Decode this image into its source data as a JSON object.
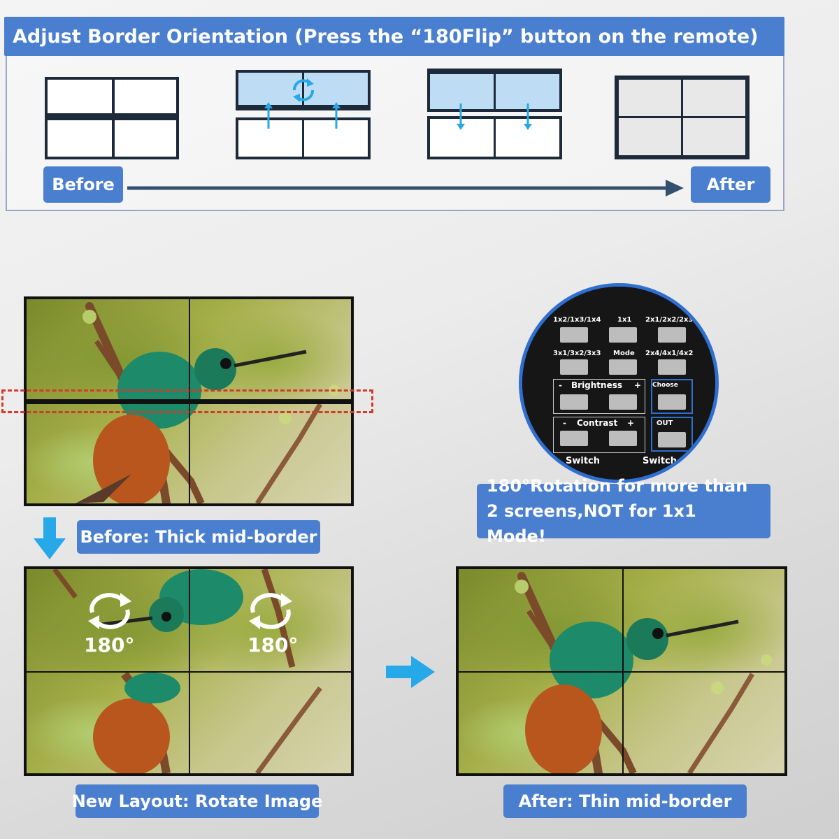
{
  "top_panel": {
    "title": "Adjust Border Orientation (Press the “180Flip” button on the remote)",
    "before_label": "Before",
    "after_label": "After"
  },
  "left_section": {
    "before_caption": "Before: Thick mid-border",
    "new_layout_caption": "New Layout: Rotate Image",
    "rotate_left_text": "180°",
    "rotate_right_text": "180°"
  },
  "right_section": {
    "note": "180°Rotation for more than 2 screens,NOT for 1x1 Mode!",
    "after_caption": "After: Thin mid-border"
  },
  "remote": {
    "row1": [
      "1x2/1x3/1x4",
      "1x1",
      "2x1/2x2/2x3"
    ],
    "row2": [
      "3x1/3x2/3x3",
      "Mode",
      "2x4/4x1/4x2"
    ],
    "brightness": "Brightness",
    "contrast": "Contrast",
    "choose": "Choose",
    "out": "OUT",
    "switch_left": "Switch",
    "switch_right": "Switch",
    "minus": "-",
    "plus": "+"
  },
  "colors": {
    "accent": "#4a7fd0",
    "frame_dark": "#1d2a3a",
    "flip_blue": "#bfdcf5",
    "arrow_cyan": "#27a8e8",
    "dash_red": "#d23a2a"
  }
}
